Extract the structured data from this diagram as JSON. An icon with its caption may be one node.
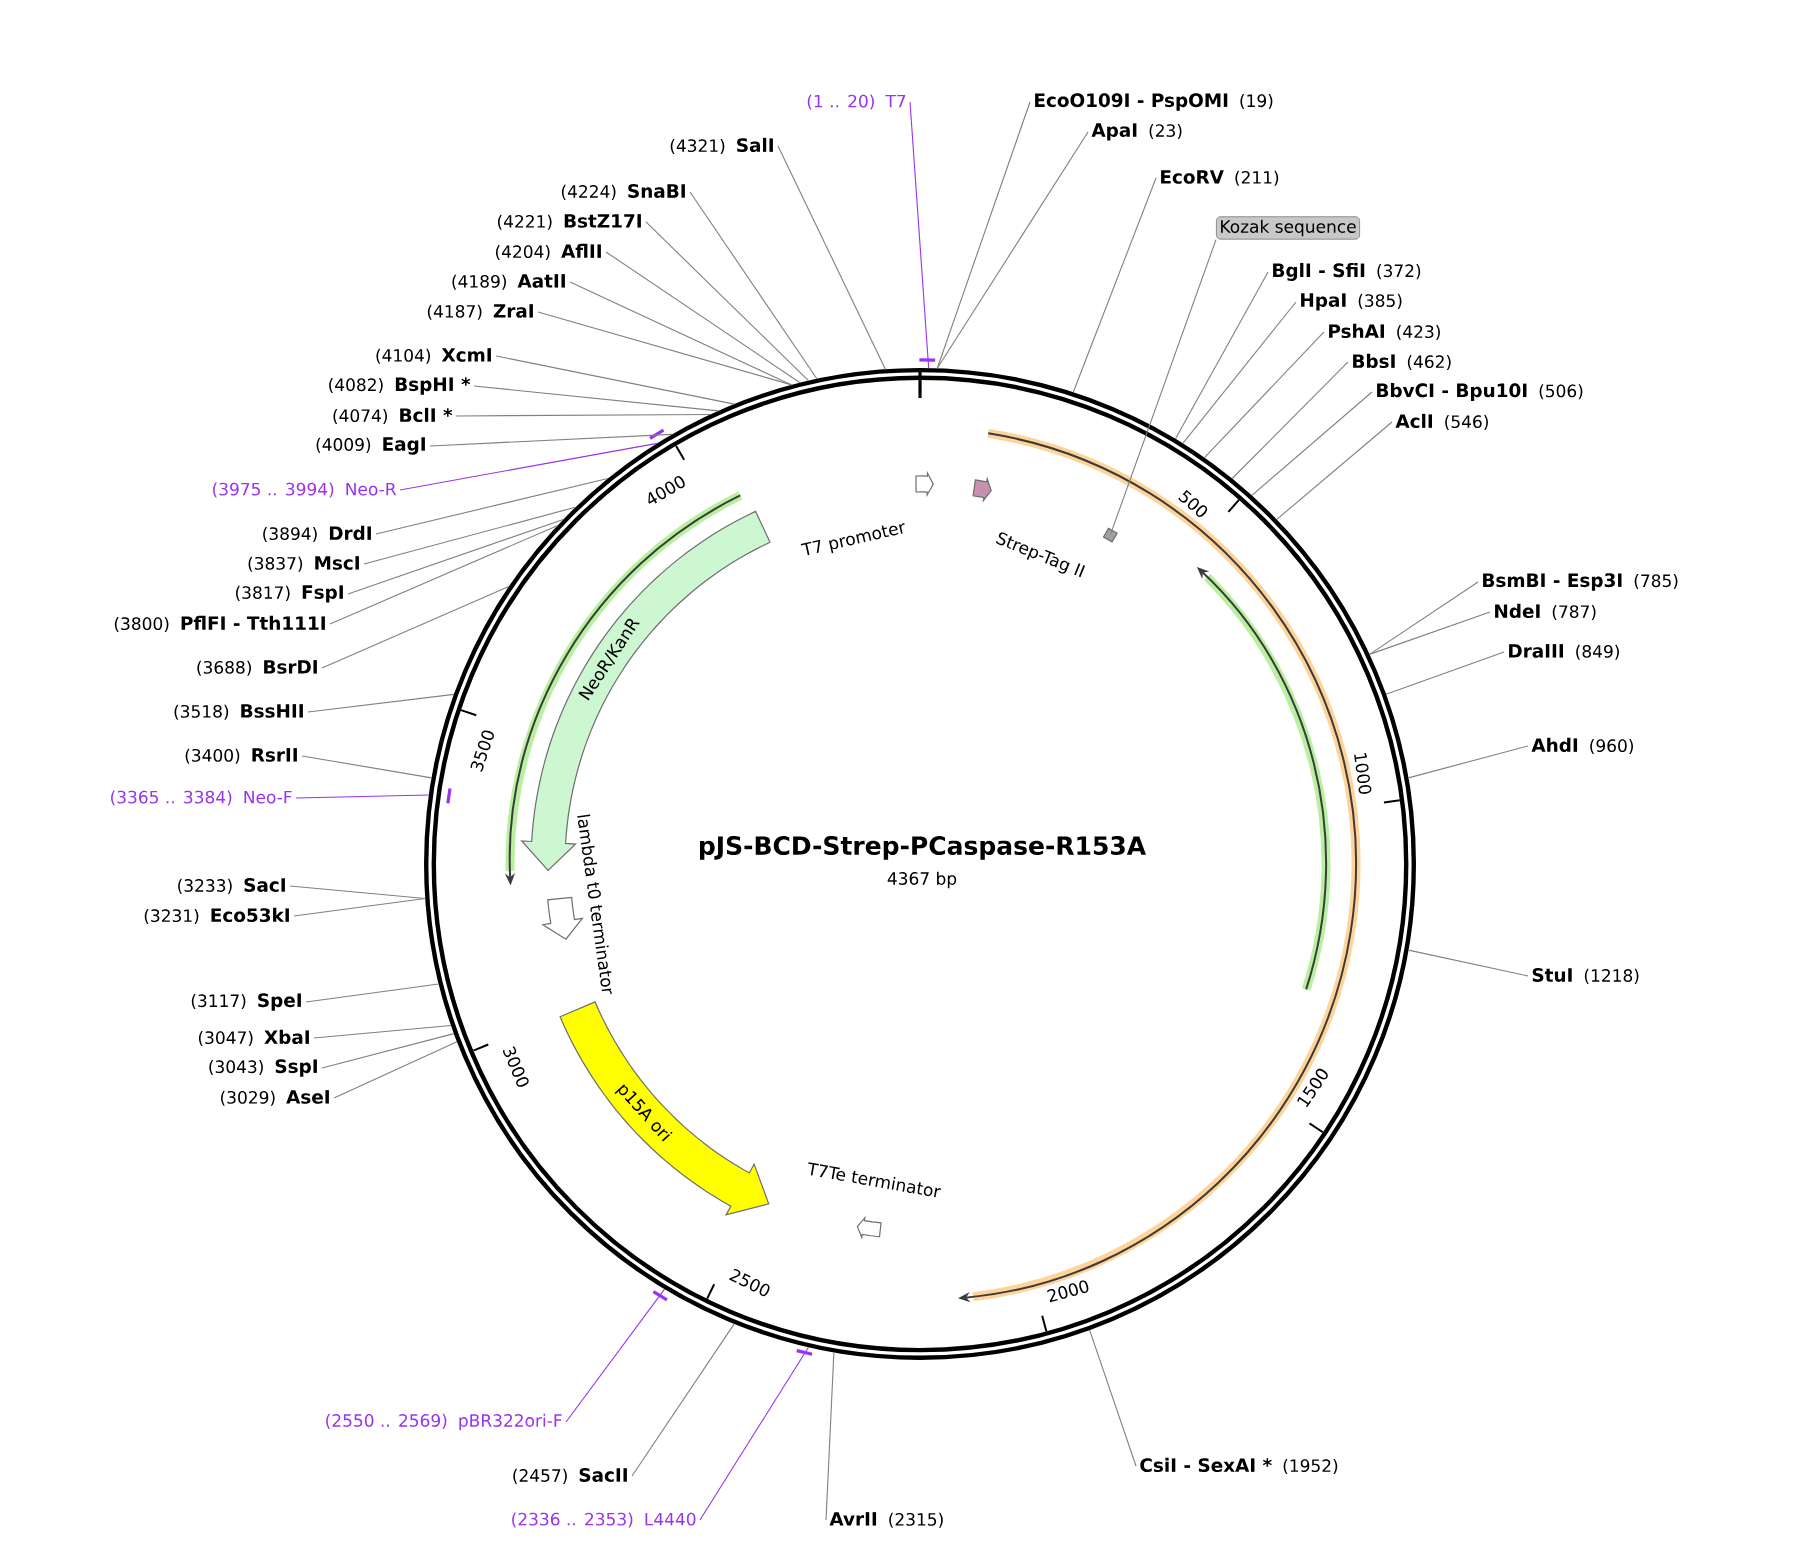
{
  "diagram": {
    "title": "pJS-BCD-Strep-PCaspase-R153A",
    "nodes": [
      {
        "text": [],
        "shape": "circle"
      },
      {
        "text": [
          "T7 promoter"
        ],
        "in": 0
      },
      {
        "text": [
          "Strep-Tag II"
        ],
        "in": 0
      },
      {
        "text": [],
        "shape": "bar",
        "in": 0
      },
      {
        "text": [
          "NeoR/KanR"
        ],
        "in": 0
      },
      {
        "text": [
          "lambda t0 terminator"
        ],
        "in": 0
      },
      {
        "text": [
          "p15A ori"
        ],
        "in": 0
      },
      {
        "text": [
          "T7Te terminator"
        ],
        "in": 0
      },
      {
        "text": [
          "(1 .. 20)",
          "T7"
        ]
      },
      {
        "text": [
          "EcoO109I - PspOMI",
          "(19)"
        ]
      },
      {
        "text": [
          "ApaI",
          "(23)"
        ]
      },
      {
        "text": [
          "EcoRV",
          "(211)"
        ]
      },
      {
        "text": [
          "Kozak sequence"
        ]
      },
      {
        "text": [
          "BglI - SfiI",
          "(372)"
        ]
      },
      {
        "text": [
          "HpaI",
          "(385)"
        ]
      },
      {
        "text": [
          "PshAI",
          "(423)"
        ]
      },
      {
        "text": [
          "BbsI",
          "(462)"
        ]
      },
      {
        "text": [
          "BbvCI - Bpu10I",
          "(506)"
        ]
      },
      {
        "text": [
          "AclI",
          "(546)"
        ]
      },
      {
        "text": [
          "BsmBI - Esp3I",
          "(785)"
        ]
      },
      {
        "text": [
          "NdeI",
          "(787)"
        ]
      },
      {
        "text": [
          "DraIII",
          "(849)"
        ]
      },
      {
        "text": [
          "AhdI",
          "(960)"
        ]
      },
      {
        "text": [
          "StuI",
          "(1218)"
        ]
      },
      {
        "text": [
          "CsiI - SexAI *",
          "(1952)"
        ]
      },
      {
        "text": [
          "AvrII",
          "(2315)"
        ]
      },
      {
        "text": [
          "(2336 .. 2353)",
          "L4440"
        ]
      },
      {
        "text": [
          "(2457)",
          "SacII"
        ]
      },
      {
        "text": [
          "(2550 .. 2569)",
          "pBR322ori-F"
        ]
      },
      {
        "text": [
          "(3029)",
          "AseI"
        ]
      },
      {
        "text": [
          "(3043)",
          "SspI"
        ]
      },
      {
        "text": [
          "(3047)",
          "XbaI"
        ]
      },
      {
        "text": [
          "(3117)",
          "SpeI"
        ]
      },
      {
        "text": [
          "(3231)",
          "Eco53kI"
        ]
      },
      {
        "text": [
          "(3233)",
          "SacI"
        ]
      },
      {
        "text": [
          "(3365 .. 3384)",
          "Neo-F"
        ]
      },
      {
        "text": [
          "(3400)",
          "RsrII"
        ]
      },
      {
        "text": [
          "(3518)",
          "BssHII"
        ]
      },
      {
        "text": [
          "(3688)",
          "BsrDI"
        ]
      },
      {
        "text": [
          "(3800)",
          "PflFI - Tth111I"
        ]
      },
      {
        "text": [
          "(3817)",
          "FspI"
        ]
      },
      {
        "text": [
          "(3837)",
          "MscI"
        ]
      },
      {
        "text": [
          "(3894)",
          "DrdI"
        ]
      },
      {
        "text": [
          "(3975 .. 3994)",
          "Neo-R"
        ]
      },
      {
        "text": [
          "(4009)",
          "EagI"
        ]
      },
      {
        "text": [
          "(4074)",
          "BclI *"
        ]
      },
      {
        "text": [
          "(4082)",
          "BspHI *"
        ]
      },
      {
        "text": [
          "(4104)",
          "XcmI"
        ]
      },
      {
        "text": [
          "(4187)",
          "ZraI"
        ]
      },
      {
        "text": [
          "(4189)",
          "AatII"
        ]
      },
      {
        "text": [
          "(4204)",
          "AflII"
        ]
      },
      {
        "text": [
          "(4221)",
          "BstZ17I"
        ]
      },
      {
        "text": [
          "(4224)",
          "SnaBI"
        ]
      },
      {
        "text": [
          "(4321)",
          "SalI"
        ]
      }
    ],
    "edges": [
      {
        "from": 8,
        "to": 0,
        "arrow": "none",
        "color": "#9933ee"
      },
      {
        "from": 9,
        "to": 0,
        "arrow": "none"
      },
      {
        "from": 10,
        "to": 0,
        "arrow": "none"
      },
      {
        "from": 11,
        "to": 0,
        "arrow": "none"
      },
      {
        "from": 12,
        "to": 3,
        "arrow": "none"
      },
      {
        "from": 13,
        "to": 0,
        "arrow": "none"
      },
      {
        "from": 14,
        "to": 0,
        "arrow": "none"
      },
      {
        "from": 15,
        "to": 0,
        "arrow": "none"
      },
      {
        "from": 16,
        "to": 0,
        "arrow": "none"
      },
      {
        "from": 17,
        "to": 0,
        "arrow": "none"
      },
      {
        "from": 18,
        "to": 0,
        "arrow": "none"
      },
      {
        "from": 19,
        "to": 0,
        "arrow": "none"
      },
      {
        "from": 20,
        "to": 0,
        "arrow": "none"
      },
      {
        "from": 21,
        "to": 0,
        "arrow": "none"
      },
      {
        "from": 22,
        "to": 0,
        "arrow": "none"
      },
      {
        "from": 23,
        "to": 0,
        "arrow": "none"
      },
      {
        "from": 24,
        "to": 0,
        "arrow": "none"
      },
      {
        "from": 25,
        "to": 0,
        "arrow": "none"
      },
      {
        "from": 26,
        "to": 0,
        "arrow": "none",
        "color": "#9933ee"
      },
      {
        "from": 27,
        "to": 0,
        "arrow": "none"
      },
      {
        "from": 28,
        "to": 0,
        "arrow": "none",
        "color": "#9933ee"
      },
      {
        "from": 29,
        "to": 0,
        "arrow": "none"
      },
      {
        "from": 30,
        "to": 0,
        "arrow": "none"
      },
      {
        "from": 31,
        "to": 0,
        "arrow": "none"
      },
      {
        "from": 32,
        "to": 0,
        "arrow": "none"
      },
      {
        "from": 33,
        "to": 0,
        "arrow": "none"
      },
      {
        "from": 34,
        "to": 0,
        "arrow": "none"
      },
      {
        "from": 35,
        "to": 0,
        "arrow": "none",
        "color": "#9933ee"
      },
      {
        "from": 36,
        "to": 0,
        "arrow": "none"
      },
      {
        "from": 37,
        "to": 0,
        "arrow": "none"
      },
      {
        "from": 38,
        "to": 0,
        "arrow": "none"
      },
      {
        "from": 39,
        "to": 0,
        "arrow": "none"
      },
      {
        "from": 40,
        "to": 0,
        "arrow": "none"
      },
      {
        "from": 41,
        "to": 0,
        "arrow": "none"
      },
      {
        "from": 42,
        "to": 0,
        "arrow": "none"
      },
      {
        "from": 43,
        "to": 0,
        "arrow": "none",
        "color": "#9933ee"
      },
      {
        "from": 44,
        "to": 0,
        "arrow": "none"
      },
      {
        "from": 45,
        "to": 0,
        "arrow": "none"
      },
      {
        "from": 46,
        "to": 0,
        "arrow": "none"
      },
      {
        "from": 47,
        "to": 0,
        "arrow": "none"
      },
      {
        "from": 48,
        "to": 0,
        "arrow": "none"
      },
      {
        "from": 49,
        "to": 0,
        "arrow": "none"
      },
      {
        "from": 50,
        "to": 0,
        "arrow": "none"
      },
      {
        "from": 51,
        "to": 0,
        "arrow": "none"
      },
      {
        "from": 52,
        "to": 0,
        "arrow": "none"
      },
      {
        "from": 53,
        "to": 0,
        "arrow": "none"
      }
    ],
    "labels": [
      "4367 bp",
      "500",
      "1000",
      "1500",
      "2000",
      "2500",
      "3000",
      "3500",
      "4000"
    ]
  }
}
